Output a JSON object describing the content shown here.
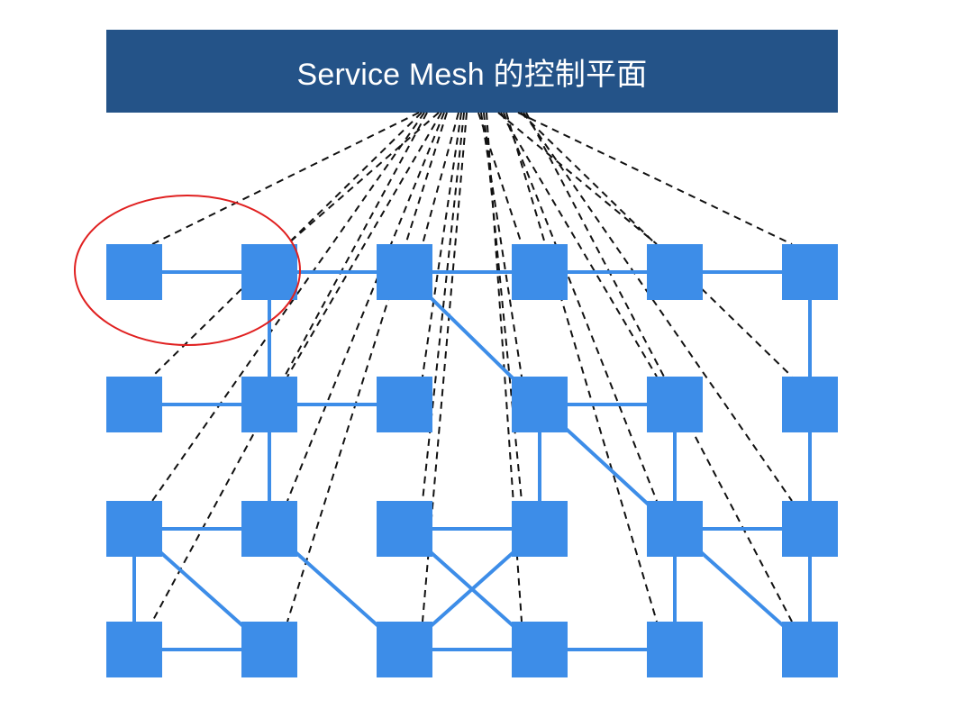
{
  "title": "Service Mesh 的控制平面",
  "colors": {
    "title_bg": "#245388",
    "title_text": "#ffffff",
    "node": "#3d8de8",
    "link": "#3d8de8",
    "control_link": "#111111",
    "highlight": "#e02020"
  },
  "grid": {
    "columns": 6,
    "rows": 4
  },
  "nodes": [
    {
      "id": "r0c0",
      "row": 0,
      "col": 0
    },
    {
      "id": "r0c1",
      "row": 0,
      "col": 1
    },
    {
      "id": "r0c2",
      "row": 0,
      "col": 2
    },
    {
      "id": "r0c3",
      "row": 0,
      "col": 3
    },
    {
      "id": "r0c4",
      "row": 0,
      "col": 4
    },
    {
      "id": "r0c5",
      "row": 0,
      "col": 5
    },
    {
      "id": "r1c0",
      "row": 1,
      "col": 0
    },
    {
      "id": "r1c1",
      "row": 1,
      "col": 1
    },
    {
      "id": "r1c2",
      "row": 1,
      "col": 2
    },
    {
      "id": "r1c3",
      "row": 1,
      "col": 3
    },
    {
      "id": "r1c4",
      "row": 1,
      "col": 4
    },
    {
      "id": "r1c5",
      "row": 1,
      "col": 5
    },
    {
      "id": "r2c0",
      "row": 2,
      "col": 0
    },
    {
      "id": "r2c1",
      "row": 2,
      "col": 1
    },
    {
      "id": "r2c2",
      "row": 2,
      "col": 2
    },
    {
      "id": "r2c3",
      "row": 2,
      "col": 3
    },
    {
      "id": "r2c4",
      "row": 2,
      "col": 4
    },
    {
      "id": "r2c5",
      "row": 2,
      "col": 5
    },
    {
      "id": "r3c0",
      "row": 3,
      "col": 0
    },
    {
      "id": "r3c1",
      "row": 3,
      "col": 1
    },
    {
      "id": "r3c2",
      "row": 3,
      "col": 2
    },
    {
      "id": "r3c3",
      "row": 3,
      "col": 3
    },
    {
      "id": "r3c4",
      "row": 3,
      "col": 4
    },
    {
      "id": "r3c5",
      "row": 3,
      "col": 5
    }
  ],
  "links": [
    [
      "r0c0",
      "r0c1"
    ],
    [
      "r0c1",
      "r0c2"
    ],
    [
      "r0c2",
      "r0c3"
    ],
    [
      "r0c3",
      "r0c4"
    ],
    [
      "r0c4",
      "r0c5"
    ],
    [
      "r0c1",
      "r1c1"
    ],
    [
      "r0c5",
      "r1c5"
    ],
    [
      "r0c2",
      "r1c3"
    ],
    [
      "r1c0",
      "r1c1"
    ],
    [
      "r1c1",
      "r1c2"
    ],
    [
      "r1c3",
      "r1c4"
    ],
    [
      "r1c1",
      "r2c1"
    ],
    [
      "r1c3",
      "r2c3"
    ],
    [
      "r1c4",
      "r2c4"
    ],
    [
      "r1c3",
      "r2c4"
    ],
    [
      "r1c5",
      "r2c5"
    ],
    [
      "r2c0",
      "r2c1"
    ],
    [
      "r2c2",
      "r2c3"
    ],
    [
      "r2c4",
      "r2c5"
    ],
    [
      "r2c0",
      "r3c0"
    ],
    [
      "r2c0",
      "r3c1"
    ],
    [
      "r2c1",
      "r3c2"
    ],
    [
      "r2c2",
      "r3c3"
    ],
    [
      "r2c3",
      "r3c2"
    ],
    [
      "r2c4",
      "r3c4"
    ],
    [
      "r2c4",
      "r3c5"
    ],
    [
      "r2c5",
      "r3c5"
    ],
    [
      "r3c0",
      "r3c1"
    ],
    [
      "r3c2",
      "r3c3"
    ],
    [
      "r3c3",
      "r3c4"
    ]
  ],
  "control_links_to": "all-nodes",
  "highlight": {
    "label": "highlighted-group",
    "nodes": [
      "r0c0",
      "r0c1"
    ]
  }
}
